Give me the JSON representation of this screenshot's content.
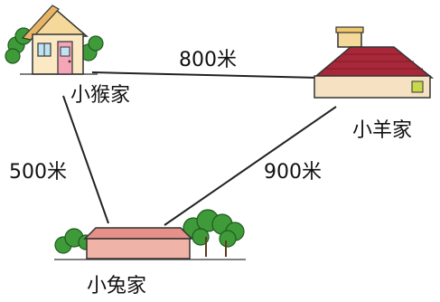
{
  "places": {
    "monkey": "小猴家",
    "sheep": "小羊家",
    "rabbit": "小兔家"
  },
  "distances": {
    "monkey_sheep": "800米",
    "monkey_rabbit": "500米",
    "sheep_rabbit": "900米"
  },
  "colors": {
    "line": "#222222",
    "tree": "#3f9a3a",
    "red_roof": "#a8283a",
    "wall": "#f6e1c2",
    "rabbit_roof": "#e59088",
    "rabbit_wall": "#f0b3a8"
  }
}
